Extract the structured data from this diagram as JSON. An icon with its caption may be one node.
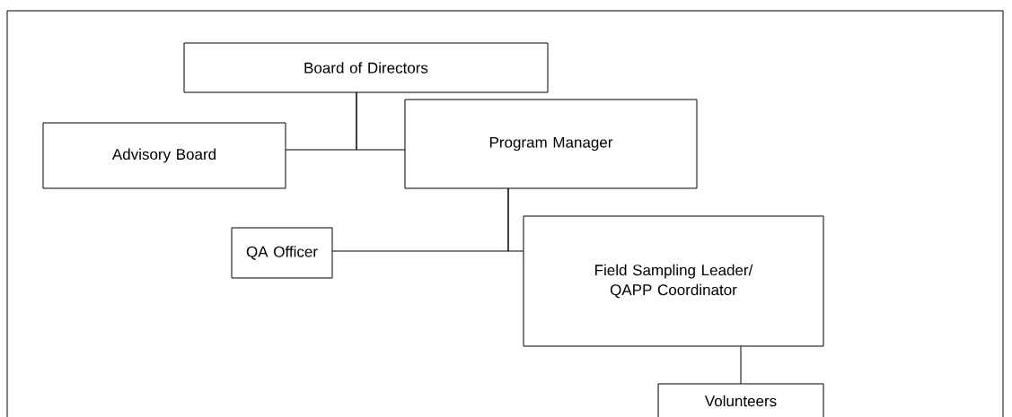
{
  "diagram": {
    "nodes": [
      {
        "text": [
          "Board of Directors"
        ]
      },
      {
        "text": [
          "Advisory Board"
        ]
      },
      {
        "text": [
          "Program Manager"
        ]
      },
      {
        "text": [
          "QA Officer"
        ]
      },
      {
        "text": [
          "Field Sampling Leader/ QAPP Coordinator"
        ]
      },
      {
        "text": [
          "Volunteers"
        ]
      }
    ],
    "edges": [
      {
        "from": 0,
        "to": 1,
        "arrow": "none"
      },
      {
        "from": 0,
        "to": 2,
        "arrow": "none"
      },
      {
        "from": 2,
        "to": 3,
        "arrow": "none"
      },
      {
        "from": 2,
        "to": 4,
        "arrow": "none"
      },
      {
        "from": 4,
        "to": 5,
        "arrow": "none"
      }
    ]
  }
}
